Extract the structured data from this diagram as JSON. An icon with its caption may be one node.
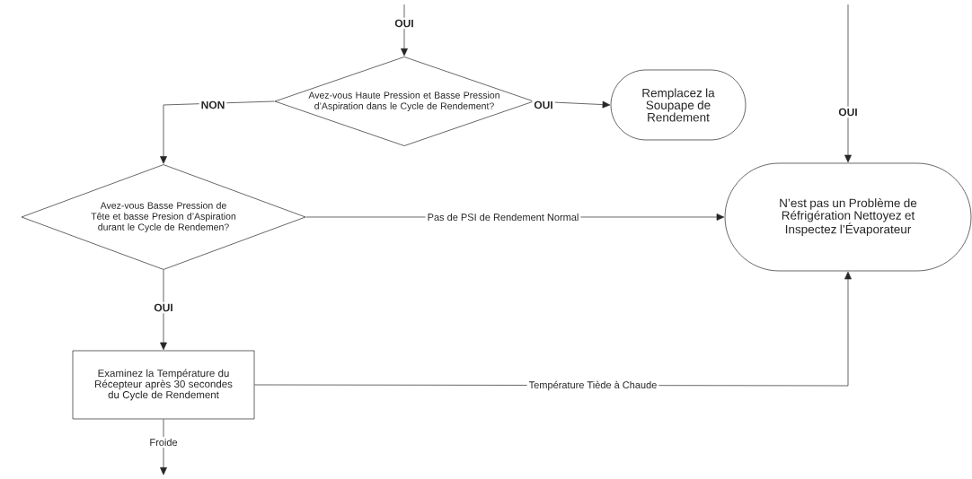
{
  "diagram": {
    "nodes": [
      {
        "text": [
          "Avez-vous Haute Pression et Basse Pression d’Aspiration dans le Cycle de Rendement?"
        ]
      },
      {
        "text": [
          "Remplacez la Soupape de Rendement"
        ]
      },
      {
        "text": [
          "Avez-vous Basse Pression de Tête et basse Presion d’Aspiration durant le Cycle de Rendemen?"
        ]
      },
      {
        "text": [
          "N’est pas un Problème de Réfrigération Nettoyez et Inspectez l’Évaporateur"
        ]
      },
      {
        "text": [
          "Examinez la Température du Récepteur après 30 secondes du Cycle de Rendement"
        ]
      }
    ],
    "edges": [
      {
        "from": null,
        "to": 0,
        "arrow": "to",
        "label": "OUI"
      },
      {
        "from": 0,
        "to": 1,
        "arrow": "to",
        "label": "OUI"
      },
      {
        "from": 0,
        "to": 2,
        "arrow": "to",
        "label": "NON"
      },
      {
        "from": null,
        "to": 3,
        "arrow": "to",
        "label": "OUI"
      },
      {
        "from": 2,
        "to": 3,
        "arrow": "to",
        "label": "Pas de PSI de Rendement Normal"
      },
      {
        "from": 2,
        "to": 4,
        "arrow": "to",
        "label": "OUI"
      },
      {
        "from": 4,
        "to": 3,
        "arrow": "to",
        "label": "Température Tiède à Chaude"
      },
      {
        "from": 4,
        "to": null,
        "arrow": "to",
        "label": "Froide"
      }
    ]
  }
}
